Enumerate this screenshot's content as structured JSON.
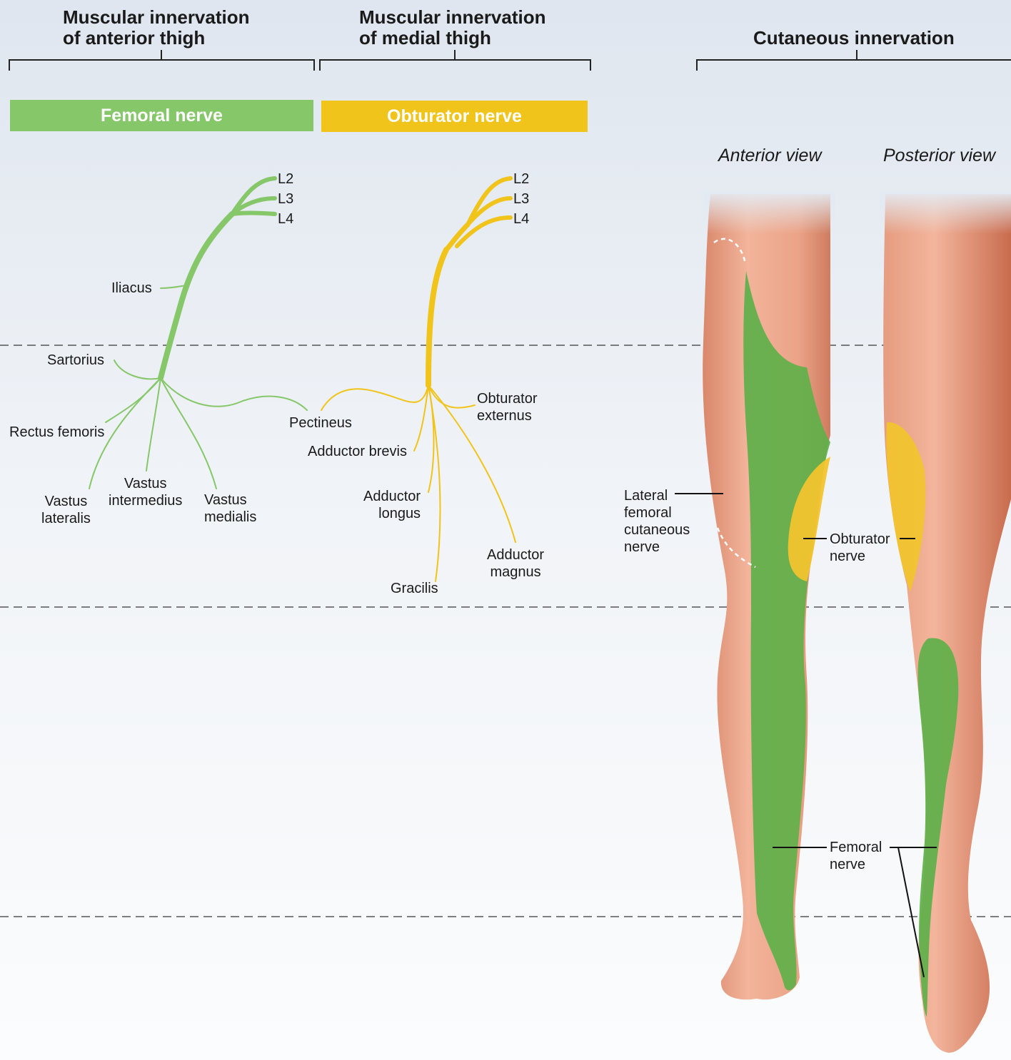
{
  "headers": {
    "anterior_line1": "Muscular innervation",
    "anterior_line2": "of anterior thigh",
    "medial_line1": "Muscular innervation",
    "medial_line2": "of medial thigh",
    "cutaneous": "Cutaneous innervation"
  },
  "nerves": {
    "femoral": "Femoral nerve",
    "obturator": "Obturator nerve"
  },
  "roots": [
    "L2",
    "L3",
    "L4"
  ],
  "femoral_muscles": {
    "iliacus": "Iliacus",
    "sartorius": "Sartorius",
    "rectus_femoris": "Rectus femoris",
    "vastus_lateralis_1": "Vastus",
    "vastus_lateralis_2": "lateralis",
    "vastus_intermedius_1": "Vastus",
    "vastus_intermedius_2": "intermedius",
    "vastus_medialis_1": "Vastus",
    "vastus_medialis_2": "medialis"
  },
  "obturator_muscles": {
    "pectineus": "Pectineus",
    "obturator_externus_1": "Obturator",
    "obturator_externus_2": "externus",
    "adductor_brevis": "Adductor brevis",
    "adductor_longus_1": "Adductor",
    "adductor_longus_2": "longus",
    "adductor_magnus_1": "Adductor",
    "adductor_magnus_2": "magnus",
    "gracilis": "Gracilis"
  },
  "views": {
    "anterior": "Anterior view",
    "posterior": "Posterior view"
  },
  "cutaneous_labels": {
    "lateral_1": "Lateral",
    "lateral_2": "femoral",
    "lateral_3": "cutaneous",
    "lateral_4": "nerve",
    "obturator_1": "Obturator",
    "obturator_2": "nerve",
    "femoral_1": "Femoral",
    "femoral_2": "nerve"
  },
  "colors": {
    "femoral": "#86c76a",
    "obturator": "#f0c41a",
    "skin": "#e9a386",
    "femoral_zone": "#5fb04a",
    "obturator_zone": "#f2c42e"
  }
}
